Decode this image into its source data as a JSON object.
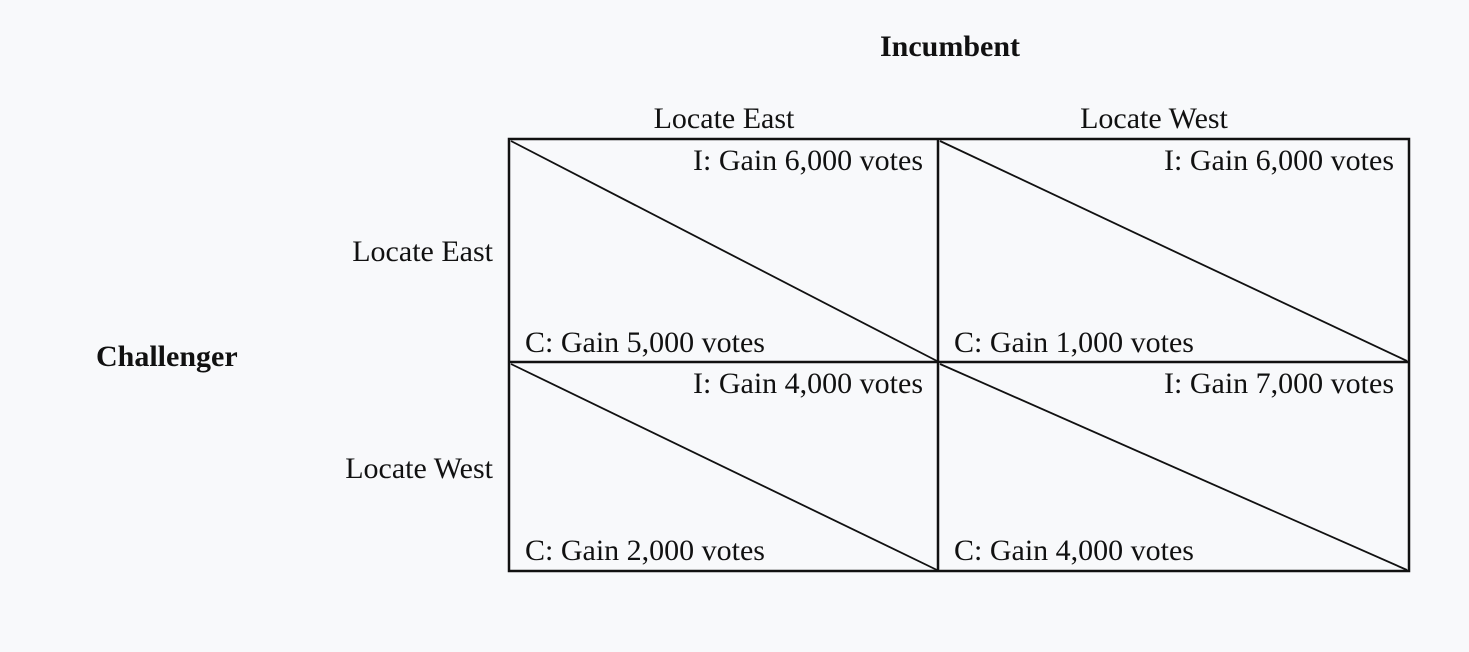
{
  "players": {
    "top": "Incumbent",
    "left": "Challenger"
  },
  "columns": [
    "Locate East",
    "Locate West"
  ],
  "rows": [
    "Locate East",
    "Locate West"
  ],
  "cells": [
    [
      {
        "i": "I: Gain 6,000 votes",
        "c": "C: Gain 5,000 votes"
      },
      {
        "i": "I: Gain 6,000 votes",
        "c": "C: Gain 1,000 votes"
      }
    ],
    [
      {
        "i": "I: Gain 4,000 votes",
        "c": "C: Gain 2,000 votes"
      },
      {
        "i": "I: Gain 7,000 votes",
        "c": "C: Gain 4,000 votes"
      }
    ]
  ]
}
